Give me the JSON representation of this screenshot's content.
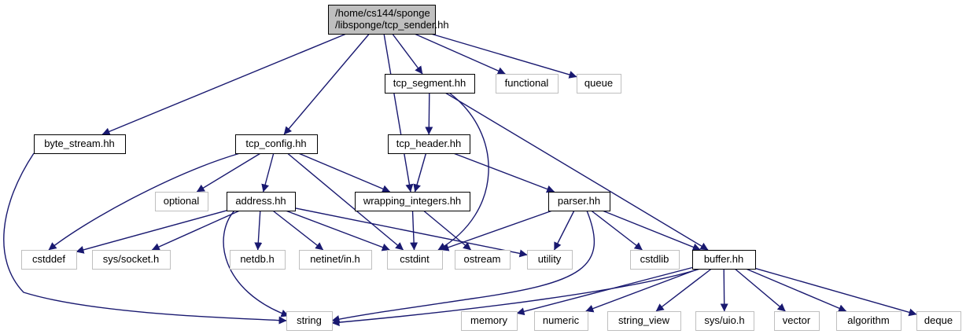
{
  "colors": {
    "edge": "#191970",
    "root_fill": "#bfbfbf",
    "local_stroke": "#000000",
    "system_stroke": "#bfbfbf",
    "background": "#ffffff"
  },
  "nodes": [
    {
      "id": "root",
      "lines": [
        "/home/cs144/sponge",
        "/libsponge/tcp_sender.hh"
      ],
      "kind": "root"
    },
    {
      "id": "tcp_segment",
      "lines": [
        "tcp_segment.hh"
      ],
      "kind": "local"
    },
    {
      "id": "functional",
      "lines": [
        "functional"
      ],
      "kind": "system"
    },
    {
      "id": "queue",
      "lines": [
        "queue"
      ],
      "kind": "system"
    },
    {
      "id": "byte_stream",
      "lines": [
        "byte_stream.hh"
      ],
      "kind": "local"
    },
    {
      "id": "tcp_config",
      "lines": [
        "tcp_config.hh"
      ],
      "kind": "local"
    },
    {
      "id": "tcp_header",
      "lines": [
        "tcp_header.hh"
      ],
      "kind": "local"
    },
    {
      "id": "optional",
      "lines": [
        "optional"
      ],
      "kind": "system"
    },
    {
      "id": "address",
      "lines": [
        "address.hh"
      ],
      "kind": "local"
    },
    {
      "id": "wrapping_integers",
      "lines": [
        "wrapping_integers.hh"
      ],
      "kind": "local"
    },
    {
      "id": "parser",
      "lines": [
        "parser.hh"
      ],
      "kind": "local"
    },
    {
      "id": "cstddef",
      "lines": [
        "cstddef"
      ],
      "kind": "system"
    },
    {
      "id": "socket",
      "lines": [
        "sys/socket.h"
      ],
      "kind": "system"
    },
    {
      "id": "netdb",
      "lines": [
        "netdb.h"
      ],
      "kind": "system"
    },
    {
      "id": "netinet",
      "lines": [
        "netinet/in.h"
      ],
      "kind": "system"
    },
    {
      "id": "cstdint",
      "lines": [
        "cstdint"
      ],
      "kind": "system"
    },
    {
      "id": "ostream",
      "lines": [
        "ostream"
      ],
      "kind": "system"
    },
    {
      "id": "utility",
      "lines": [
        "utility"
      ],
      "kind": "system"
    },
    {
      "id": "cstdlib",
      "lines": [
        "cstdlib"
      ],
      "kind": "system"
    },
    {
      "id": "buffer",
      "lines": [
        "buffer.hh"
      ],
      "kind": "local"
    },
    {
      "id": "string",
      "lines": [
        "string"
      ],
      "kind": "system"
    },
    {
      "id": "memory",
      "lines": [
        "memory"
      ],
      "kind": "system"
    },
    {
      "id": "numeric",
      "lines": [
        "numeric"
      ],
      "kind": "system"
    },
    {
      "id": "string_view",
      "lines": [
        "string_view"
      ],
      "kind": "system"
    },
    {
      "id": "uio",
      "lines": [
        "sys/uio.h"
      ],
      "kind": "system"
    },
    {
      "id": "vector",
      "lines": [
        "vector"
      ],
      "kind": "system"
    },
    {
      "id": "algorithm",
      "lines": [
        "algorithm"
      ],
      "kind": "system"
    },
    {
      "id": "deque",
      "lines": [
        "deque"
      ],
      "kind": "system"
    }
  ],
  "edges": [
    [
      "root",
      "byte_stream"
    ],
    [
      "root",
      "tcp_config"
    ],
    [
      "root",
      "wrapping_integers"
    ],
    [
      "root",
      "tcp_segment"
    ],
    [
      "root",
      "functional"
    ],
    [
      "root",
      "queue"
    ],
    [
      "byte_stream",
      "string"
    ],
    [
      "tcp_config",
      "cstddef"
    ],
    [
      "tcp_config",
      "optional"
    ],
    [
      "tcp_config",
      "address"
    ],
    [
      "tcp_config",
      "cstdint"
    ],
    [
      "tcp_config",
      "wrapping_integers"
    ],
    [
      "tcp_segment",
      "tcp_header"
    ],
    [
      "tcp_segment",
      "cstdint"
    ],
    [
      "tcp_segment",
      "buffer"
    ],
    [
      "tcp_header",
      "wrapping_integers"
    ],
    [
      "tcp_header",
      "parser"
    ],
    [
      "address",
      "cstddef"
    ],
    [
      "address",
      "socket"
    ],
    [
      "address",
      "netdb"
    ],
    [
      "address",
      "netinet"
    ],
    [
      "address",
      "cstdint"
    ],
    [
      "address",
      "utility"
    ],
    [
      "address",
      "string"
    ],
    [
      "wrapping_integers",
      "cstdint"
    ],
    [
      "wrapping_integers",
      "ostream"
    ],
    [
      "parser",
      "cstdint"
    ],
    [
      "parser",
      "utility"
    ],
    [
      "parser",
      "cstdlib"
    ],
    [
      "parser",
      "buffer"
    ],
    [
      "parser",
      "string"
    ],
    [
      "buffer",
      "string"
    ],
    [
      "buffer",
      "memory"
    ],
    [
      "buffer",
      "numeric"
    ],
    [
      "buffer",
      "string_view"
    ],
    [
      "buffer",
      "uio"
    ],
    [
      "buffer",
      "vector"
    ],
    [
      "buffer",
      "algorithm"
    ],
    [
      "buffer",
      "deque"
    ]
  ]
}
